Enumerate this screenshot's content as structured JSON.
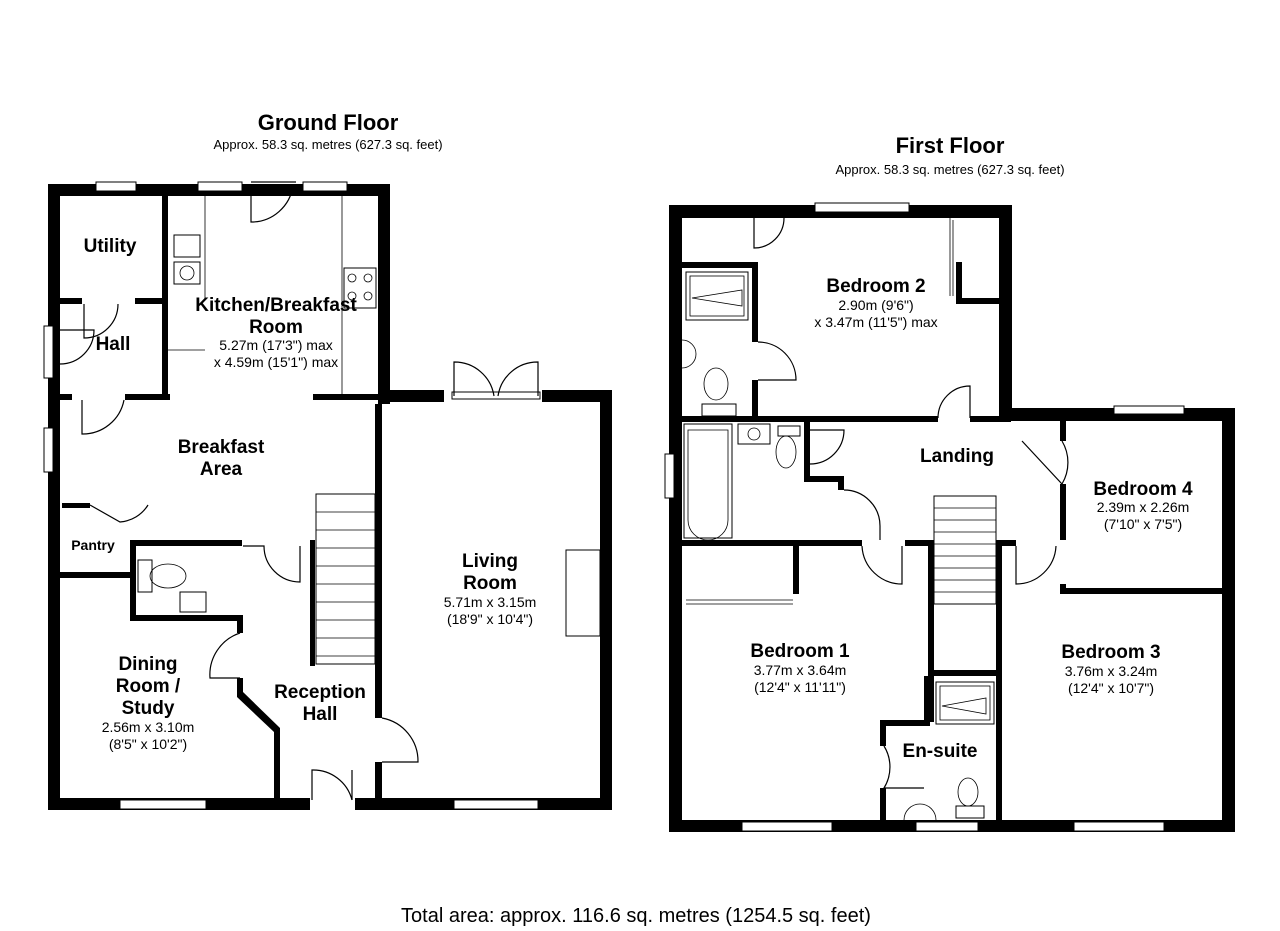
{
  "ground_floor": {
    "title": "Ground Floor",
    "area": "Approx. 58.3 sq. metres (627.3 sq. feet)",
    "rooms": {
      "utility": "Utility",
      "hall": "Hall",
      "kitchen_l1": "Kitchen/Breakfast",
      "kitchen_l2": "Room",
      "kitchen_d1": "5.27m (17'3\") max",
      "kitchen_d2": "x 4.59m (15'1\") max",
      "breakfast_l1": "Breakfast",
      "breakfast_l2": "Area",
      "pantry": "Pantry",
      "living_l1": "Living",
      "living_l2": "Room",
      "living_d1": "5.71m x 3.15m",
      "living_d2": "(18'9\" x 10'4\")",
      "dining_l1": "Dining",
      "dining_l2": "Room /",
      "dining_l3": "Study",
      "dining_d1": "2.56m x 3.10m",
      "dining_d2": "(8'5\" x 10'2\")",
      "reception_l1": "Reception",
      "reception_l2": "Hall"
    }
  },
  "first_floor": {
    "title": "First Floor",
    "area": "Approx. 58.3 sq. metres (627.3 sq. feet)",
    "rooms": {
      "bed2": "Bedroom 2",
      "bed2_d1": "2.90m (9'6\")",
      "bed2_d2": "x 3.47m (11'5\") max",
      "landing": "Landing",
      "bed4": "Bedroom 4",
      "bed4_d1": "2.39m x 2.26m",
      "bed4_d2": "(7'10\" x 7'5\")",
      "bed1": "Bedroom 1",
      "bed1_d1": "3.77m x 3.64m",
      "bed1_d2": "(12'4\" x 11'11\")",
      "bed3": "Bedroom 3",
      "bed3_d1": "3.76m x 3.24m",
      "bed3_d2": "(12'4\" x 10'7\")",
      "ensuite": "En-suite"
    }
  },
  "total_area": "Total area: approx. 116.6 sq. metres (1254.5 sq. feet)"
}
